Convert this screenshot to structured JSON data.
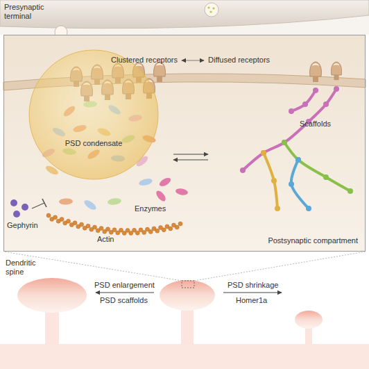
{
  "diagram": {
    "nodes": [
      {
        "text": [
          "Postsynaptic compartment"
        ]
      },
      {
        "text": [
          "PSD condensate"
        ],
        "in": 0
      }
    ],
    "labels": [
      "Presynaptic terminal",
      "Clustered receptors",
      "Diffused receptors",
      "Scaffolds",
      "Enzymes",
      "Gephyrin",
      "Actin",
      "Dendritic spine",
      "PSD enlargement",
      "PSD scaffolds",
      "PSD shrinkage",
      "Homer1a"
    ]
  }
}
